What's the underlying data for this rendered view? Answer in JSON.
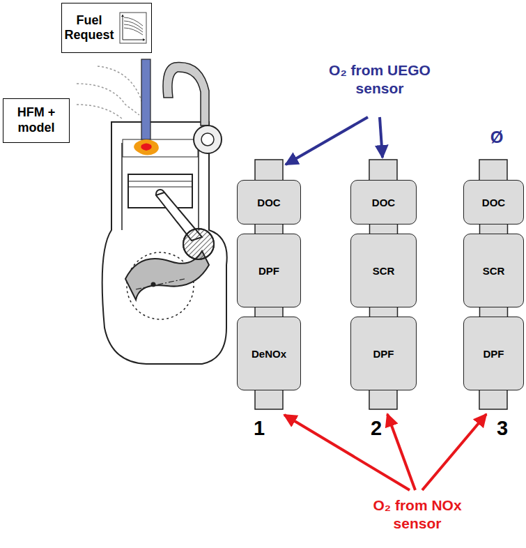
{
  "diagram": {
    "nodes": [
      {
        "text": [
          "Fuel Request"
        ]
      },
      {
        "text": [
          "HFM + model"
        ]
      },
      {
        "text": [
          "DOC"
        ]
      },
      {
        "text": [
          "DPF"
        ]
      },
      {
        "text": [
          "DeNOx"
        ]
      },
      {
        "text": [
          "DOC"
        ]
      },
      {
        "text": [
          "SCR"
        ]
      },
      {
        "text": [
          "DPF"
        ]
      },
      {
        "text": [
          "DOC"
        ]
      },
      {
        "text": [
          "SCR"
        ]
      },
      {
        "text": [
          "DPF"
        ]
      }
    ],
    "edges": [
      {
        "from": 2,
        "to": 3,
        "arrow": "none"
      },
      {
        "from": 3,
        "to": 4,
        "arrow": "none"
      },
      {
        "from": 5,
        "to": 6,
        "arrow": "none"
      },
      {
        "from": 6,
        "to": 7,
        "arrow": "none"
      },
      {
        "from": 8,
        "to": 9,
        "arrow": "none"
      },
      {
        "from": 9,
        "to": 10,
        "arrow": "none"
      }
    ],
    "labels": [
      "O₂ from UEGO sensor",
      "Ø",
      "1",
      "2",
      "3",
      "O₂ from NOx sensor"
    ]
  }
}
